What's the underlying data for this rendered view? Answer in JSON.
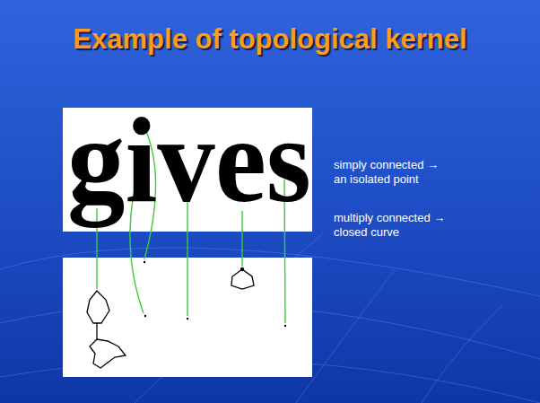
{
  "diagram": {
    "title": "Example of topological kernel",
    "labels": [
      "gives",
      "simply connected → an isolated point",
      "multiply connected → closed curve"
    ]
  }
}
